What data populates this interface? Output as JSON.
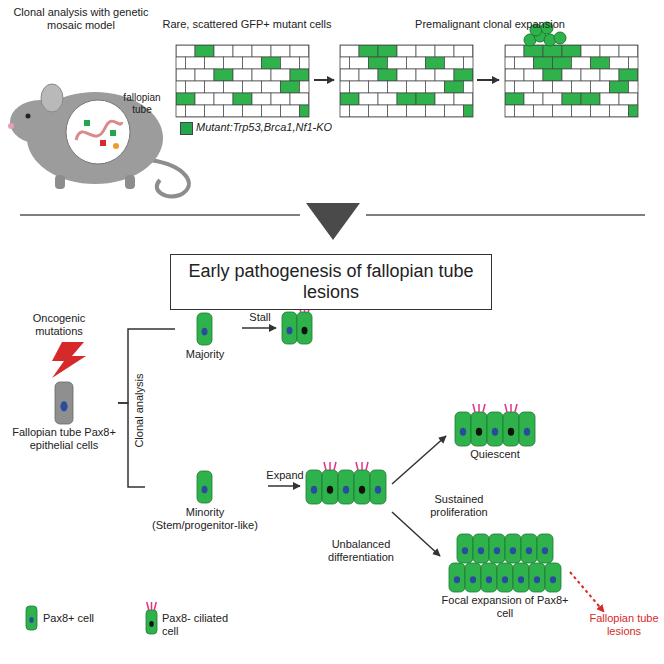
{
  "diagram": {
    "title": "Early pathogenesis of fallopian tube lesions",
    "nodes": [
      {
        "text": [
          "Fallopian tube Pax8+ epithelial cells"
        ]
      },
      {
        "text": [
          "Majority"
        ]
      },
      {
        "text": [
          "Minority (Stem/progenitor-like)"
        ]
      },
      {
        "text": [
          "Quiescent"
        ]
      },
      {
        "text": [
          "Focal expansion of Pax8+ cell"
        ]
      },
      {
        "text": [
          "Fallopian tube lesions"
        ]
      }
    ],
    "edges": [
      {
        "from": 0,
        "to": 1,
        "arrow": "none"
      },
      {
        "from": 0,
        "to": 2,
        "arrow": "none"
      },
      {
        "from": 4,
        "to": 5,
        "arrow": "to"
      }
    ],
    "labels": [
      "Clonal analysis with genetic mosaic model",
      "fallopian tube",
      "Rare, scattered GFP+ mutant cells",
      "Premalignant clonal expansion",
      "Oncogenic mutations",
      "Clonal analysis",
      "Stall",
      "Expand",
      "Sustained proliferation",
      "Unbalanced differentiation"
    ],
    "legend": [
      {
        "text": "Mutant:Trp53,Brca1,Nf1-KO",
        "color": "#22a84a"
      },
      {
        "text": "Pax8+ cell"
      },
      {
        "text": "Pax8- ciliated cell"
      }
    ]
  }
}
